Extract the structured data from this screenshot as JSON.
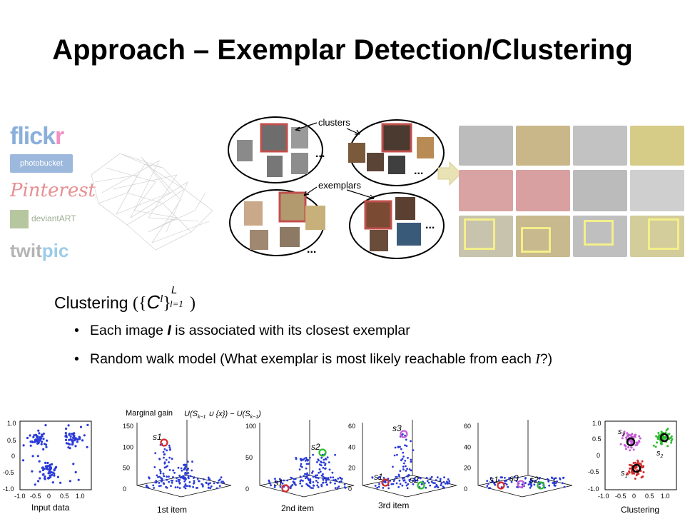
{
  "slide": {
    "title": "Approach – Exemplar Detection/Clustering"
  },
  "logos": {
    "flickr_a": "flick",
    "flickr_b": "r",
    "photobucket": "photobucket",
    "pinterest": "Pinterest",
    "deviantart": "deviantART",
    "twitpic_a": "twit",
    "twitpic_b": "pic"
  },
  "diagram": {
    "clusters_label": "clusters",
    "exemplars_label": "exemplars",
    "ellipsis": "..."
  },
  "text": {
    "clustering_word": "Clustering",
    "bullet1_a": "Each image ",
    "bullet1_var": "I",
    "bullet1_b": " is associated with its closest exemplar",
    "bullet2_a": "Random walk model (What exemplar is most likely reachable from each ",
    "bullet2_var": "I",
    "bullet2_b": "?)"
  },
  "figures": {
    "marginal_gain_label": "Marginal gain",
    "captions": [
      "Input data",
      "1st item",
      "2nd item",
      "3rd item",
      "Clustering"
    ]
  },
  "colors": {
    "points_blue": "#2a3bd8",
    "highlight_red": "#d42a2a",
    "highlight_green": "#2bbd2b",
    "highlight_magenta": "#c55bd6",
    "exemplar_box": "#c0504d"
  }
}
